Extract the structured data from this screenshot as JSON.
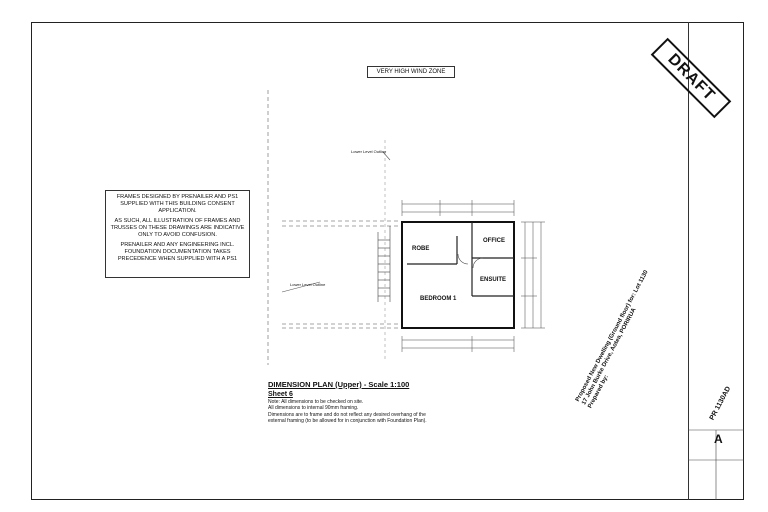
{
  "stamp": "DRAFT",
  "wind_zone": "VERY HIGH WIND ZONE",
  "note_box": {
    "para1": "FRAMES DESIGNED BY PRENAILER AND PS1 SUPPLIED WITH THIS BUILDING CONSENT APPLICATION.",
    "para2": "AS SUCH, ALL ILLUSTRATION OF FRAMES AND TRUSSES ON THESE DRAWINGS ARE INDICATIVE ONLY TO AVOID CONFUSION.",
    "para3": "PRENAILER AND ANY ENGINEERING INCL. FOUNDATION DOCUMENTATION TAKES PRECEDENCE WHEN SUPPLIED WITH A PS1"
  },
  "labels": {
    "lower_outline_top": "Lower Level Outline",
    "lower_outline_left": "Lower Level Outline"
  },
  "rooms": {
    "robe": "ROBE",
    "office": "OFFICE",
    "ensuite": "ENSUITE",
    "bedroom": "BEDROOM 1"
  },
  "plan": {
    "title": "DIMENSION PLAN (Upper) - Scale 1:100",
    "sheet": "Sheet 6",
    "notes": [
      "Note: All dimensions to be checked on site.",
      "All dimensions to internal 90mm framing.",
      "Dimensions are to frame and do not reflect any desired overhang of the",
      "external framing (to be allowed for in conjunction with Foundation Plan)."
    ]
  },
  "title_block": {
    "project": "Proposed New Dwelling (Ground floor) for: Lot 1130",
    "address": "17 John Burke Drive, Aotea, PORIRUA",
    "prepared_by": "Prepared by:",
    "revision": "A",
    "ref": "PR 1130AD"
  }
}
